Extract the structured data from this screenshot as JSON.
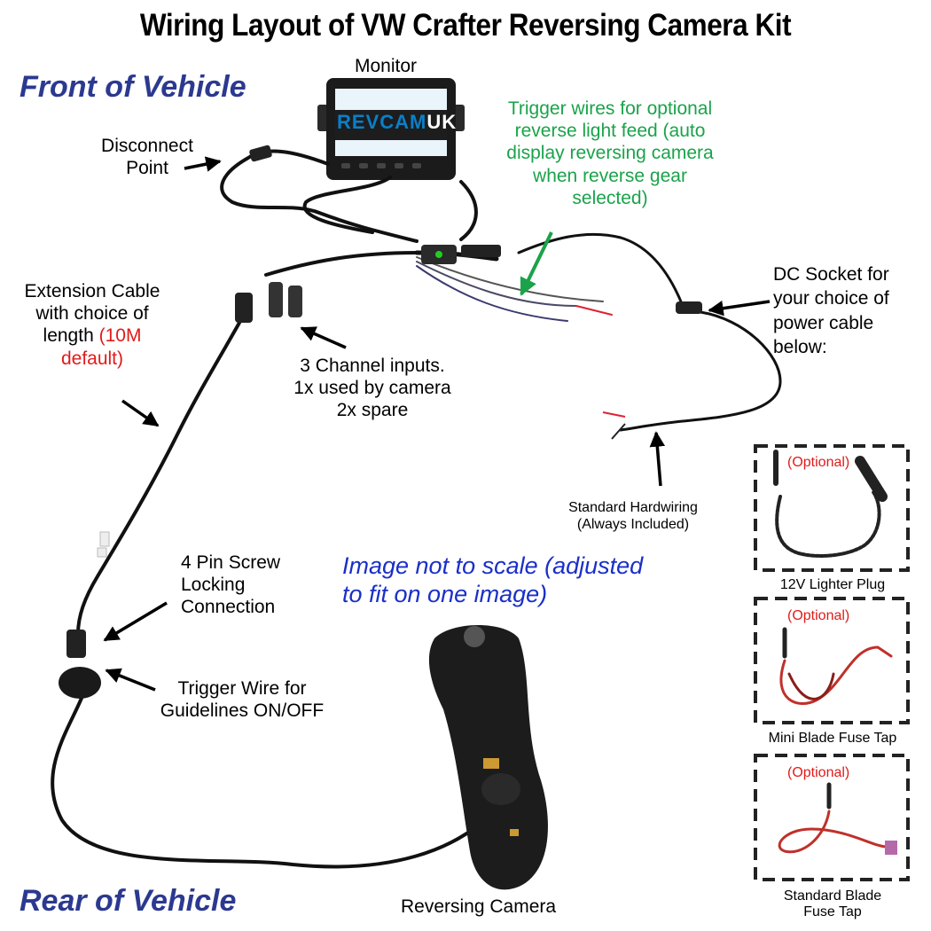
{
  "title": "Wiring Layout of VW Crafter Reversing Camera Kit",
  "sections": {
    "front": "Front of Vehicle",
    "rear": "Rear of Vehicle"
  },
  "monitor": {
    "label": "Monitor",
    "logo_part1": "REV",
    "logo_part2": "CAM",
    "logo_part3": "UK"
  },
  "labels": {
    "disconnect_line1": "Disconnect",
    "disconnect_line2": "Point",
    "trigger_line1": "Trigger wires for optional",
    "trigger_line2": "reverse light feed (auto",
    "trigger_line3": "display reversing camera",
    "trigger_line4": "when reverse gear",
    "trigger_line5": "selected)",
    "dc_line1": "DC Socket for",
    "dc_line2": "your choice of",
    "dc_line3": "power cable",
    "dc_line4": "below:",
    "ext_line1": "Extension Cable",
    "ext_line2": "with choice of",
    "ext_line3_a": "length ",
    "ext_line3_b": "(10M",
    "ext_line4": "default)",
    "channel_line1": "3 Channel inputs.",
    "channel_line2": "1x used by camera",
    "channel_line3": "2x spare",
    "hardwiring_line1": "Standard Hardwiring",
    "hardwiring_line2": "(Always Included)",
    "pin_line1": "4 Pin Screw",
    "pin_line2": "Locking",
    "pin_line3": "Connection",
    "scale_line1": "Image not to scale (adjusted",
    "scale_line2": "to fit on one image)",
    "guide_line1": "Trigger Wire for",
    "guide_line2": "Guidelines ON/OFF",
    "camera": "Reversing Camera"
  },
  "options": [
    {
      "tag": "(Optional)",
      "caption_line1": "12V Lighter Plug",
      "caption_line2": ""
    },
    {
      "tag": "(Optional)",
      "caption_line1": "Mini Blade Fuse Tap",
      "caption_line2": ""
    },
    {
      "tag": "(Optional)",
      "caption_line1": "Standard Blade",
      "caption_line2": "Fuse Tap"
    }
  ],
  "colors": {
    "section_blue": "#2b3990",
    "trigger_green": "#1aa34a",
    "note_blue": "#1a2fc8",
    "highlight_red": "#e01b1b",
    "cable": "#111111",
    "logo_blue": "#0a7fc9"
  }
}
